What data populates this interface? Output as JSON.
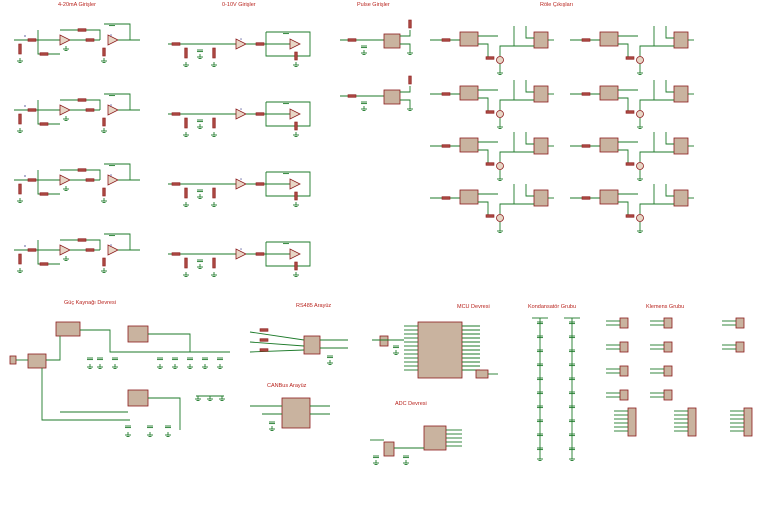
{
  "sections": {
    "analog_4_20mA": "4-20mA Girişler",
    "analog_0_10V": "0-10V Girişler",
    "pulse": "Pulse Girişler",
    "relay": "Röle Çıkışları",
    "power": "Güç Kaynağı Devresi",
    "rs485": "RS485 Arayüz",
    "canbus": "CANBus Arayüz",
    "mcu": "MCU Devresi",
    "adc": "ADC Devresi",
    "capacitors": "Kondansatör Grubu",
    "terminals": "Klemens Grubu"
  },
  "colors": {
    "wire": "#1d7a2a",
    "component": "#8c1c1c",
    "title": "#b8231d",
    "ic_fill": "#c9b39f"
  }
}
